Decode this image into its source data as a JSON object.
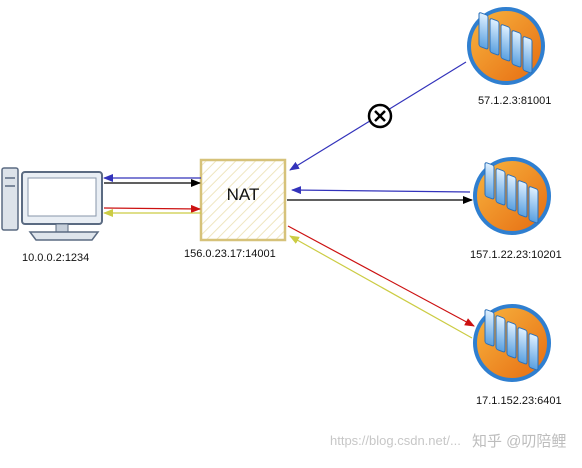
{
  "nat": {
    "label": "NAT",
    "address": "156.0.23.17:14001"
  },
  "client": {
    "address": "10.0.0.2:1234",
    "icon": "desktop-computer-icon"
  },
  "servers": [
    {
      "address": "57.1.2.3:81001",
      "icon": "server-rack-icon"
    },
    {
      "address": "157.1.22.23:10201",
      "icon": "server-rack-icon"
    },
    {
      "address": "17.1.152.23:6401",
      "icon": "server-rack-icon"
    }
  ],
  "blocked_marker": {
    "glyph": "⊗",
    "icon": "blocked-circle-x-icon"
  },
  "colors": {
    "blue": "#3333bb",
    "black": "#000000",
    "red": "#cc1111",
    "yellow": "#cccc44",
    "nat_border": "#d6c27a"
  },
  "watermark": {
    "url_text": "https://blog.csdn.net/...",
    "brand_text": "知乎 @叨陪鲤"
  }
}
